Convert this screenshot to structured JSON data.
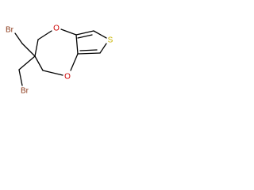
{
  "colors": {
    "background": "#ffffff",
    "bond": "#000000",
    "bromine": "#8b3a1a",
    "oxygen": "#cc0000",
    "sulfur": "#c8b400"
  },
  "atoms": {
    "br_top": "Br",
    "br_bottom": "Br",
    "o_top": "O",
    "o_bottom": "O",
    "s": "S"
  }
}
